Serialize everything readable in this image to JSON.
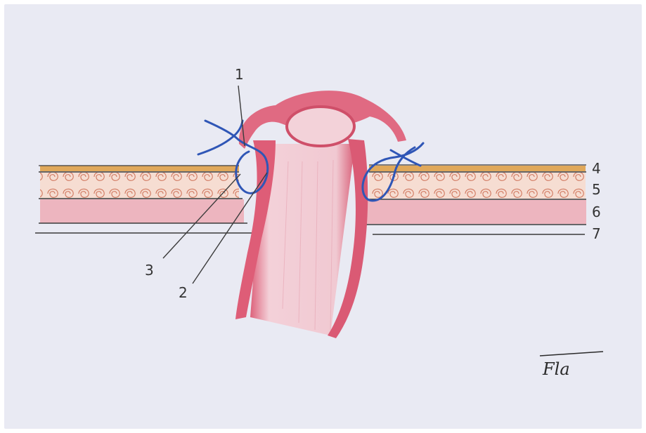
{
  "labels": {
    "l1": "1",
    "l2": "2",
    "l3": "3",
    "l4": "4",
    "l5": "5",
    "l6": "6",
    "l7": "7"
  },
  "signature": "Fla",
  "colors": {
    "paper": "#e9eaf3",
    "skin": "#e0a85a",
    "fat_outline": "#c9654a",
    "muscle": "#e7a1ad",
    "mucosa": "#df5f78",
    "lumen": "#f2cbd3",
    "suture": "#2f56b6",
    "ink": "#333333"
  }
}
